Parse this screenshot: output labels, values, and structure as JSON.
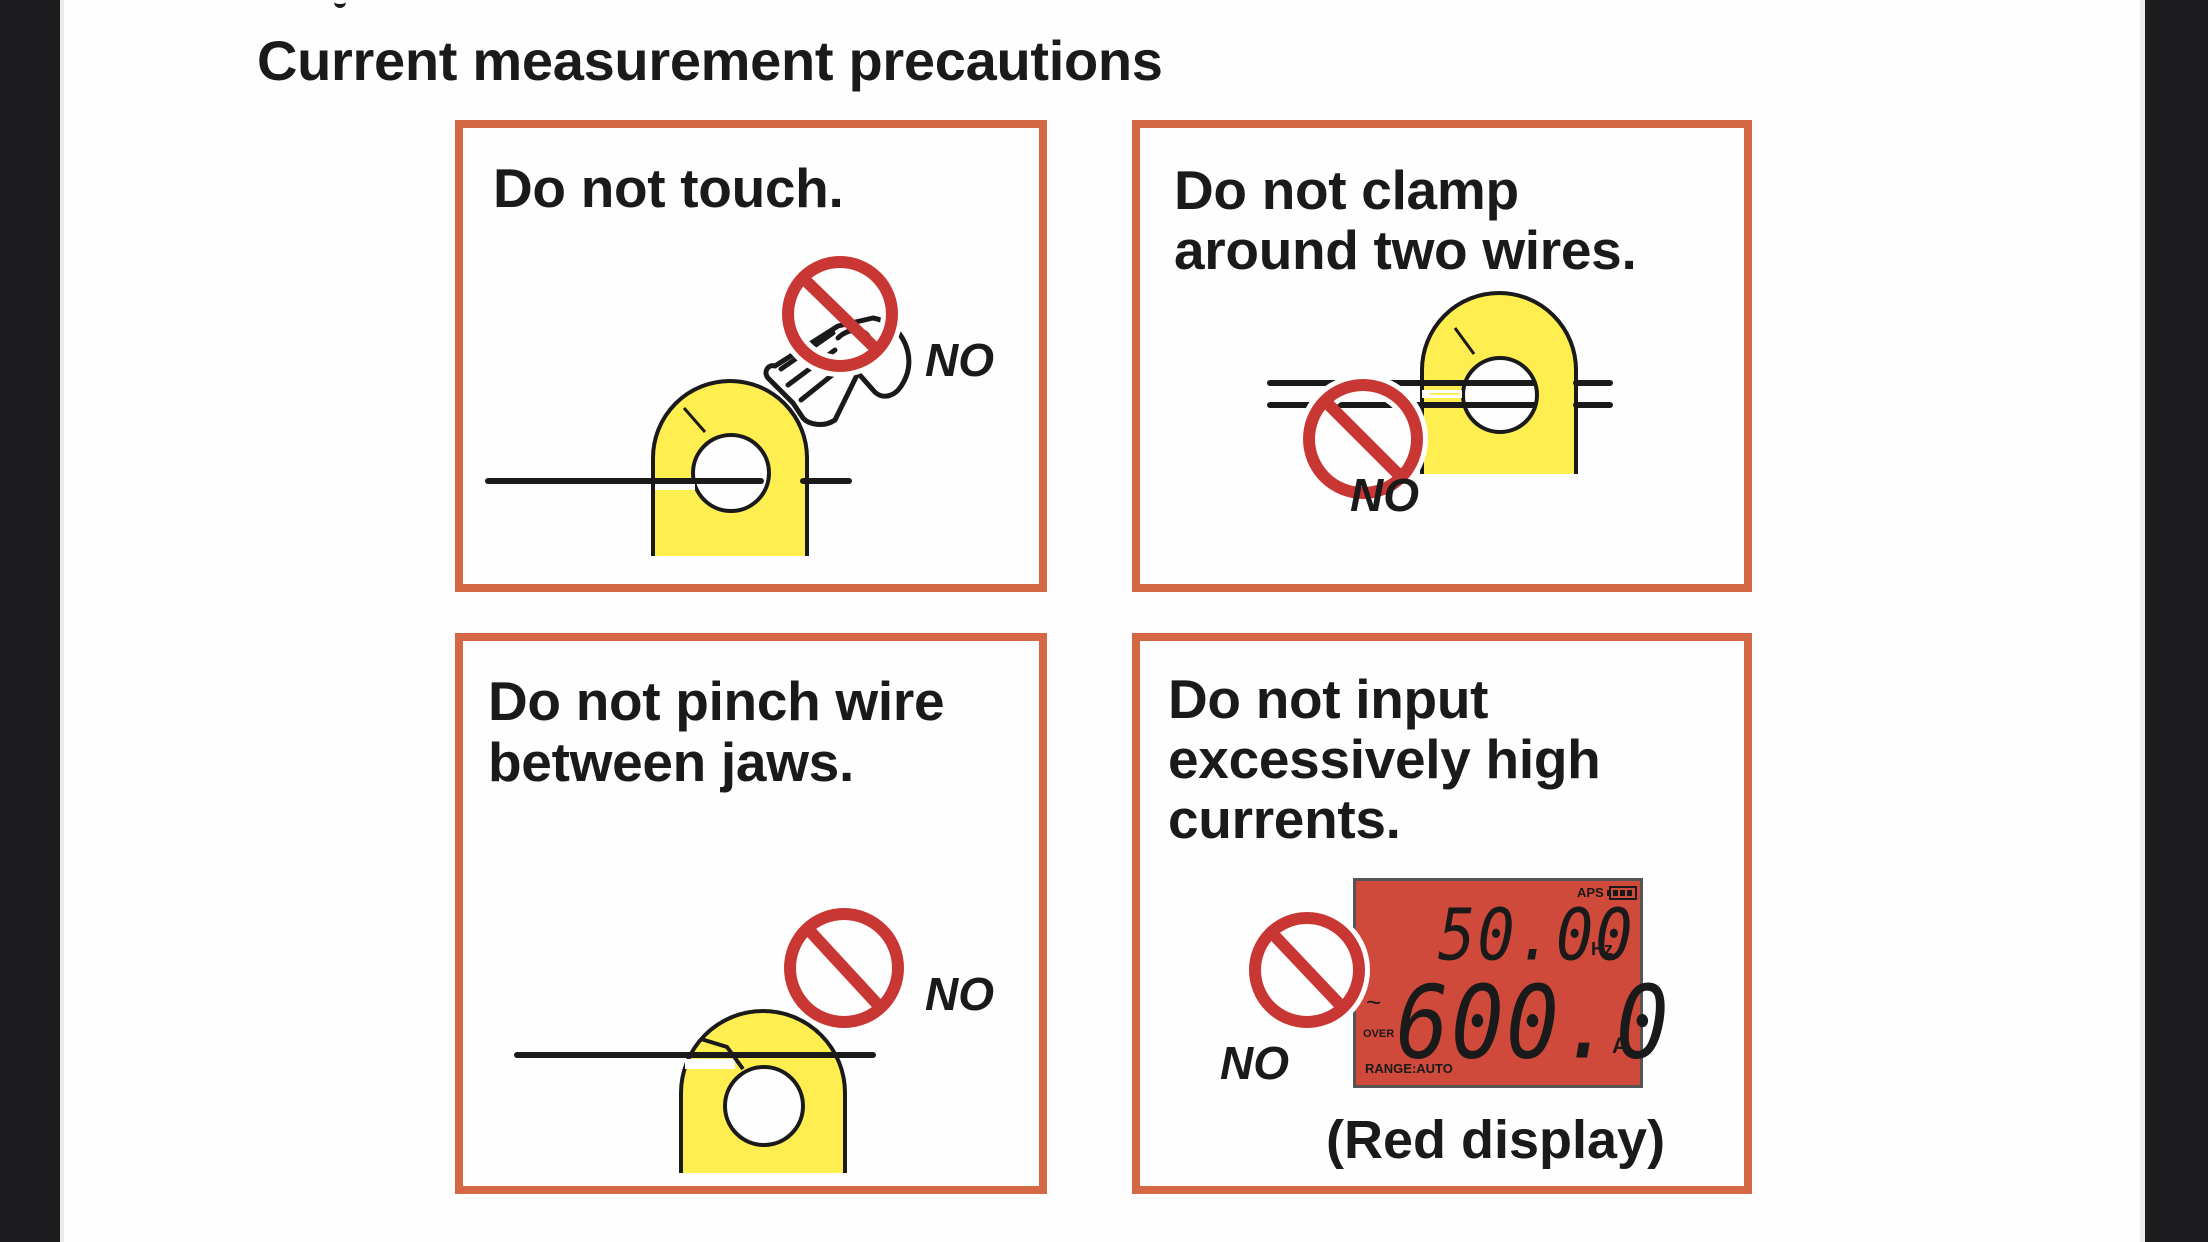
{
  "document": {
    "title": "Current measurement precautions",
    "colors": {
      "card_border": "#d46845",
      "prohibition_red": "#c83734",
      "clamp_yellow": "#ffee50",
      "lcd_background": "#d04a3c",
      "text": "#1a1a1a"
    }
  },
  "cards": [
    {
      "heading": "Do not touch.",
      "no_label": "NO",
      "icon": "prohibition-icon",
      "illustration": "hand touching clamp jaw on wire"
    },
    {
      "heading_line1": "Do not clamp",
      "heading_line2": "around two wires.",
      "no_label": "NO",
      "icon": "prohibition-icon",
      "illustration": "clamp around two parallel wires"
    },
    {
      "heading_line1": "Do not pinch wire",
      "heading_line2": "between jaws.",
      "no_label": "NO",
      "icon": "prohibition-icon",
      "illustration": "wire pinched between clamp jaws"
    },
    {
      "heading_line1": "Do not input",
      "heading_line2": "excessively high",
      "heading_line3": "currents.",
      "no_label": "NO",
      "icon": "prohibition-icon",
      "caption": "(Red display)",
      "lcd": {
        "status": "APS",
        "battery_icon": "battery-full-icon",
        "frequency_value": "50.00",
        "frequency_unit": "Hz",
        "ac_symbol": "~",
        "over_label": "OVER",
        "current_value": "600.0",
        "current_unit": "A",
        "range_label": "RANGE:AUTO"
      }
    }
  ]
}
